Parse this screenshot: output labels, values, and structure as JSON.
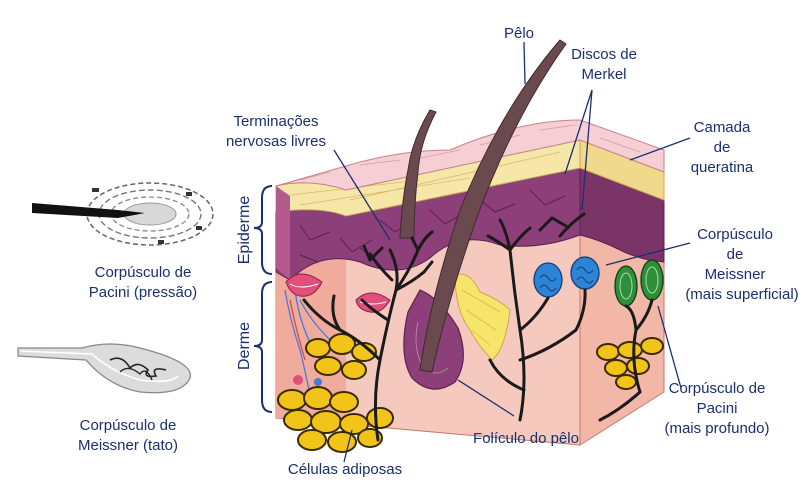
{
  "labels": {
    "pelo": "Pêlo",
    "discos_l1": "Discos de",
    "discos_l2": "Merkel",
    "term_l1": "Terminações",
    "term_l2": "nervosas livres",
    "camada_l1": "Camada",
    "camada_l2": "de",
    "camada_l3": "queratina",
    "epiderme": "Epiderme",
    "derme": "Derme",
    "pacini_left_l1": "Corpúsculo de",
    "pacini_left_l2": "Pacini (pressão)",
    "meissner_left_l1": "Corpúsculo de",
    "meissner_left_l2": "Meissner (tato)",
    "meissner_right_l1": "Corpúsculo",
    "meissner_right_l2": "de",
    "meissner_right_l3": "Meissner",
    "meissner_right_l4": "(mais superficial)",
    "pacini_right_l1": "Corpúsculo de",
    "pacini_right_l2": "Pacini",
    "pacini_right_l3": "(mais profundo)",
    "foliculo": "Folículo do pêlo",
    "adiposas": "Células adiposas"
  },
  "colors": {
    "label": "#1a2f6e",
    "hair": "#6b4a4f",
    "epidermis_top": "#f6e7a8",
    "epidermis_dark": "#8c3f79",
    "dermis": "#f6c9be",
    "fat": "#f2c318",
    "nerve": "#1a1a1a",
    "meissner": "#2d84d6",
    "pacini": "#2d8f3a",
    "free_ending": "#e0507a"
  }
}
